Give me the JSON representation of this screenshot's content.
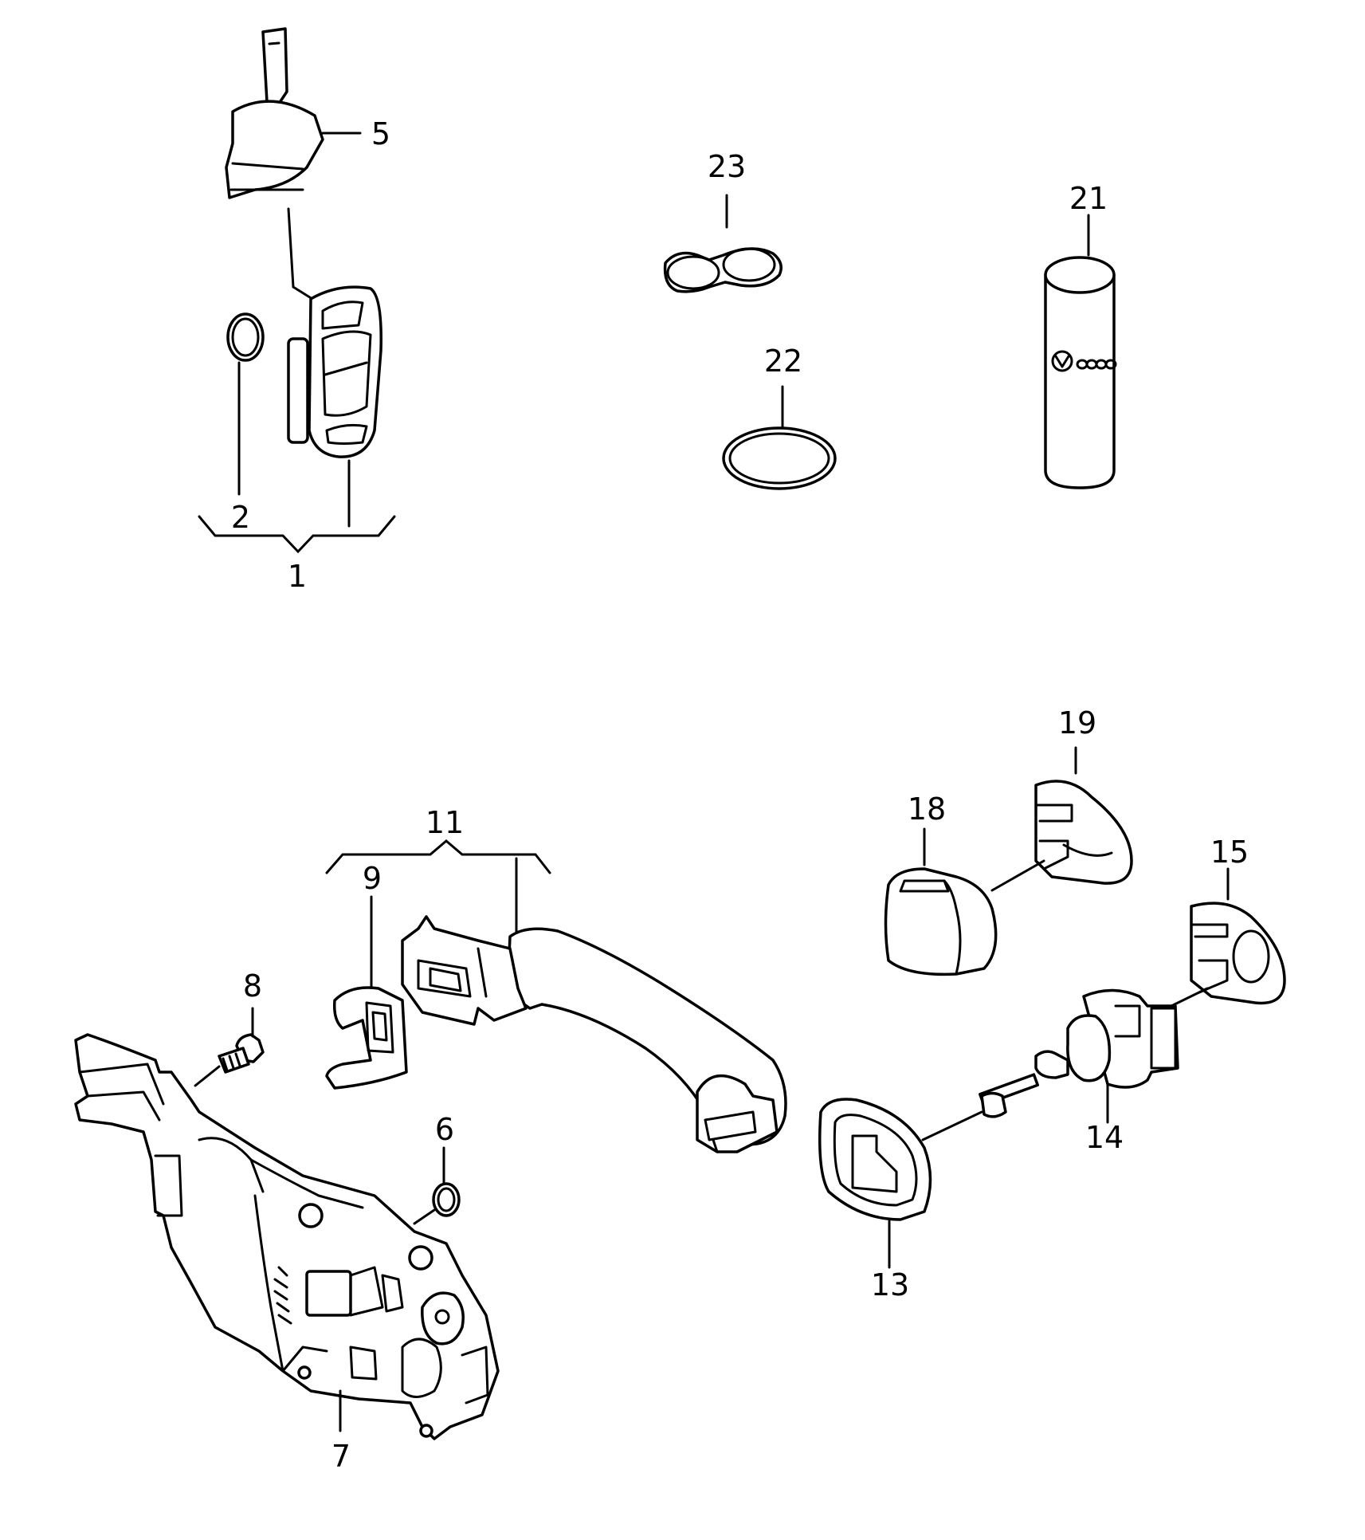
{
  "callouts": {
    "c1": "1",
    "c2": "2",
    "c5": "5",
    "c6": "6",
    "c7": "7",
    "c8": "8",
    "c9": "9",
    "c11": "11",
    "c13": "13",
    "c14": "14",
    "c15": "15",
    "c18": "18",
    "c19": "19",
    "c21": "21",
    "c22": "22",
    "c23": "23"
  },
  "colors": {
    "line": "#000000",
    "background": "#ffffff"
  }
}
